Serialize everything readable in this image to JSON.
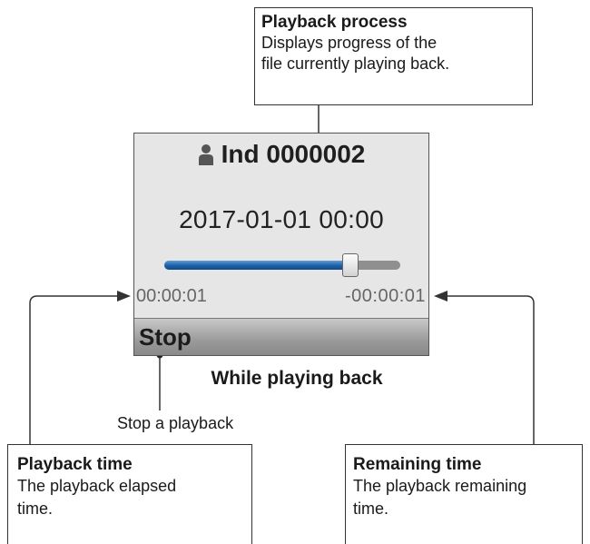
{
  "callouts": {
    "playback_process": {
      "title": "Playback process",
      "lines": [
        "Displays progress of the",
        "file currently playing back."
      ]
    },
    "playback_time": {
      "title": "Playback time",
      "lines": [
        "The playback elapsed",
        "time."
      ]
    },
    "remaining_time": {
      "title": "Remaining time",
      "lines": [
        "The playback remaining",
        "time."
      ]
    }
  },
  "screen": {
    "title": "Ind 0000002",
    "title_icon": "person-icon",
    "date": "2017-01-01 00:00",
    "progress": 0.79,
    "elapsed": "00:00:01",
    "remaining": "-00:00:01",
    "softkey": "Stop"
  },
  "caption": "While playing back",
  "stop_note": "Stop a playback",
  "colors": {
    "progress_fill": "#1d5fa8",
    "screen_bg": "#e6e6e6",
    "softkey_bar": "#9a9a9a"
  }
}
